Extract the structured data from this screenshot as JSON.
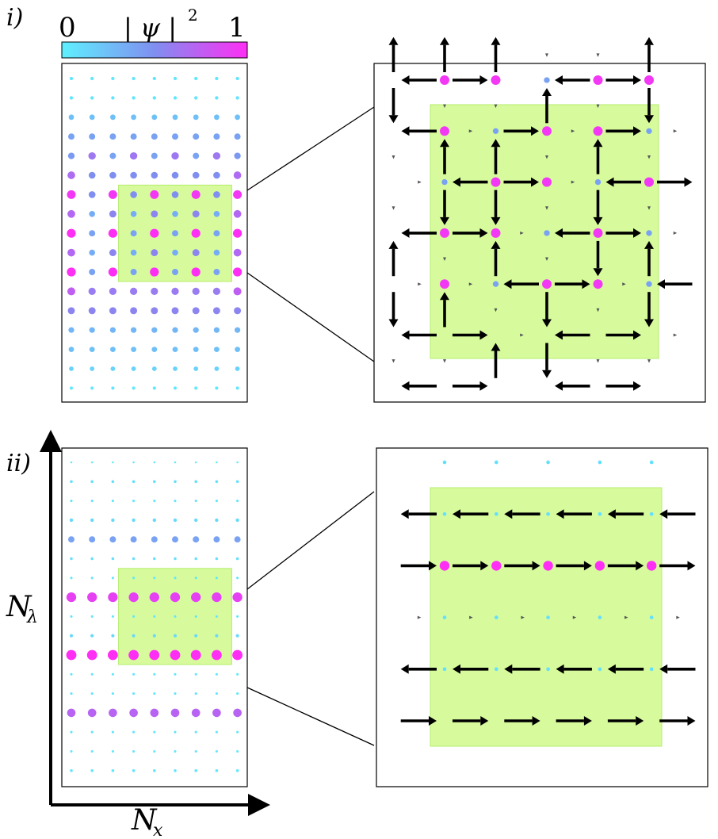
{
  "panel_labels": {
    "top": "i)",
    "bottom": "ii)"
  },
  "colorbar": {
    "min_label": "0",
    "max_label": "1",
    "title": "| ψ |",
    "title_exponent": "2",
    "color_low": "#5ff0ff",
    "color_mid": "#7f8ff0",
    "color_high": "#ff2ef4"
  },
  "axes": {
    "vertical_label": "N",
    "vertical_subscript": "λ",
    "horizontal_label": "N",
    "horizontal_subscript": "x"
  },
  "colors": {
    "highlight": "#d7fb9c",
    "highlight_edge": "#b4ec6c",
    "arrow": "#000000",
    "frame": "#000000"
  },
  "lattice": {
    "columns": 9,
    "rows": 17,
    "highlight_columns": [
      3,
      7
    ],
    "highlight_rows": [
      6,
      10
    ],
    "top_panel_density": [
      [
        0.05,
        0.05,
        0.05,
        0.05,
        0.05,
        0.05,
        0.05,
        0.05,
        0.05
      ],
      [
        0.05,
        0.05,
        0.05,
        0.05,
        0.05,
        0.05,
        0.05,
        0.05,
        0.05
      ],
      [
        0.25,
        0.25,
        0.25,
        0.25,
        0.25,
        0.25,
        0.25,
        0.25,
        0.25
      ],
      [
        0.4,
        0.4,
        0.4,
        0.4,
        0.4,
        0.4,
        0.4,
        0.4,
        0.4
      ],
      [
        0.45,
        0.62,
        0.4,
        0.62,
        0.4,
        0.62,
        0.4,
        0.62,
        0.45
      ],
      [
        0.68,
        0.5,
        0.5,
        0.5,
        0.5,
        0.5,
        0.5,
        0.5,
        0.68
      ],
      [
        0.95,
        0.5,
        0.95,
        0.5,
        0.95,
        0.5,
        0.95,
        0.5,
        0.95
      ],
      [
        0.7,
        0.35,
        0.55,
        0.35,
        0.55,
        0.35,
        0.55,
        0.35,
        0.7
      ],
      [
        1.0,
        0.4,
        1.0,
        0.4,
        1.0,
        0.4,
        1.0,
        0.4,
        1.0
      ],
      [
        0.7,
        0.35,
        0.55,
        0.35,
        0.55,
        0.35,
        0.55,
        0.35,
        0.7
      ],
      [
        1.0,
        0.4,
        1.0,
        0.4,
        1.0,
        0.4,
        1.0,
        0.4,
        1.0
      ],
      [
        0.75,
        0.6,
        0.6,
        0.6,
        0.6,
        0.6,
        0.6,
        0.6,
        0.75
      ],
      [
        0.55,
        0.55,
        0.55,
        0.55,
        0.55,
        0.55,
        0.55,
        0.55,
        0.55
      ],
      [
        0.3,
        0.3,
        0.3,
        0.3,
        0.3,
        0.3,
        0.3,
        0.3,
        0.3
      ],
      [
        0.25,
        0.25,
        0.25,
        0.25,
        0.25,
        0.25,
        0.25,
        0.25,
        0.25
      ],
      [
        0.15,
        0.15,
        0.15,
        0.15,
        0.15,
        0.15,
        0.15,
        0.15,
        0.15
      ],
      [
        0.04,
        0.04,
        0.04,
        0.04,
        0.04,
        0.04,
        0.04,
        0.04,
        0.04
      ]
    ],
    "bottom_panel_row_density": [
      0.03,
      0.08,
      0.05,
      0.12,
      0.4,
      0.08,
      0.05,
      0.9,
      0.05,
      0.12,
      1.0,
      0.05,
      0.05,
      0.72,
      0.05,
      0.05,
      0.05
    ],
    "bottom_panel_row_size": [
      0.05,
      0.15,
      0.1,
      0.22,
      0.55,
      0.14,
      0.1,
      0.95,
      0.1,
      0.2,
      1.0,
      0.1,
      0.1,
      0.8,
      0.1,
      0.1,
      0.15
    ]
  },
  "zoom_top": {
    "lattice_columns": 6,
    "lattice_rows": 6,
    "site_density": [
      [
        0.0,
        0.0,
        0.0,
        0.0,
        0.0,
        0.0
      ],
      [
        0.0,
        0.95,
        0.95,
        0.4,
        0.95,
        0.95
      ],
      [
        0.0,
        0.95,
        0.4,
        0.95,
        0.95,
        0.4
      ],
      [
        0.0,
        0.4,
        0.95,
        0.95,
        0.4,
        0.95
      ],
      [
        0.0,
        0.95,
        0.95,
        0.4,
        0.95,
        0.4
      ],
      [
        0.0,
        0.95,
        0.4,
        0.95,
        0.95,
        0.4
      ]
    ],
    "h_arrows": [
      [
        -1,
        1,
        0,
        -1,
        1,
        0
      ],
      [
        -1,
        0,
        1,
        0,
        1,
        0
      ],
      [
        0,
        -1,
        1,
        0,
        -1,
        1
      ],
      [
        -1,
        1,
        0,
        -1,
        1,
        0
      ],
      [
        0,
        0,
        -1,
        1,
        0,
        -1
      ],
      [
        -1,
        1,
        0,
        -1,
        1,
        0
      ],
      [
        -1,
        1,
        0,
        -1,
        1,
        0
      ]
    ],
    "v_arrows": [
      [
        -1,
        -1,
        -1,
        0,
        0,
        -1
      ],
      [
        1,
        0,
        0,
        -1,
        0,
        1
      ],
      [
        0,
        -1,
        -1,
        0,
        -1,
        0
      ],
      [
        0,
        1,
        1,
        0,
        1,
        0
      ],
      [
        -1,
        0,
        -1,
        0,
        1,
        -1
      ],
      [
        1,
        -1,
        0,
        1,
        0,
        1
      ],
      [
        0,
        0,
        -1,
        1,
        0,
        0
      ]
    ]
  },
  "zoom_bottom": {
    "lattice_columns": 6,
    "lattice_rows": 6,
    "site_density": [
      [
        0.0,
        0.0,
        0.0,
        0.0,
        0.0,
        0.0
      ],
      [
        0.0,
        0.08,
        0.08,
        0.08,
        0.08,
        0.08
      ],
      [
        0.0,
        0.08,
        0.08,
        0.08,
        0.08,
        0.08
      ],
      [
        0.0,
        1.0,
        1.0,
        1.0,
        1.0,
        1.0
      ],
      [
        0.0,
        0.08,
        0.08,
        0.08,
        0.08,
        0.08
      ],
      [
        0.0,
        0.08,
        0.08,
        0.08,
        0.08,
        0.08
      ]
    ],
    "h_arrows": [
      [
        0,
        0,
        0,
        0,
        0,
        0
      ],
      [
        -1,
        -1,
        -1,
        -1,
        -1,
        -1
      ],
      [
        1,
        1,
        1,
        1,
        1,
        1
      ],
      [
        0,
        0,
        0,
        0,
        0,
        0
      ],
      [
        -1,
        -1,
        -1,
        -1,
        -1,
        -1
      ],
      [
        1,
        1,
        1,
        1,
        1,
        1
      ],
      [
        0,
        0,
        0,
        0,
        0,
        0
      ]
    ]
  }
}
